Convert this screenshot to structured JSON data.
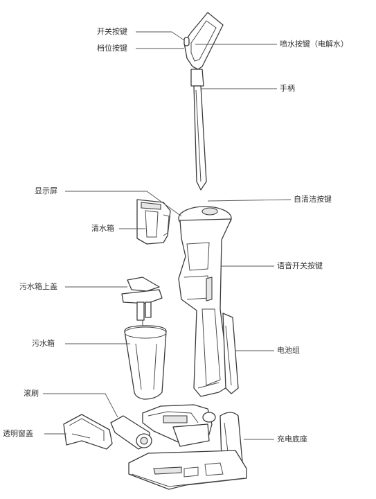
{
  "labels": {
    "power_switch": "开关按键",
    "gear_button": "档位按键",
    "spray_button": "喷水按键（电解水）",
    "handle": "手柄",
    "display": "显示屏",
    "self_clean_button": "自清洁按键",
    "clean_water_tank": "清水箱",
    "voice_switch": "语音开关按键",
    "dirty_tank_lid": "污水箱上盖",
    "dirty_water_tank": "污水箱",
    "battery_pack": "电池组",
    "roller_brush": "滚刷",
    "transparent_cover": "透明窗盖",
    "charging_base": "充电底座"
  },
  "colors": {
    "line": "#3a3a3a",
    "text": "#333333",
    "background": "#ffffff"
  }
}
